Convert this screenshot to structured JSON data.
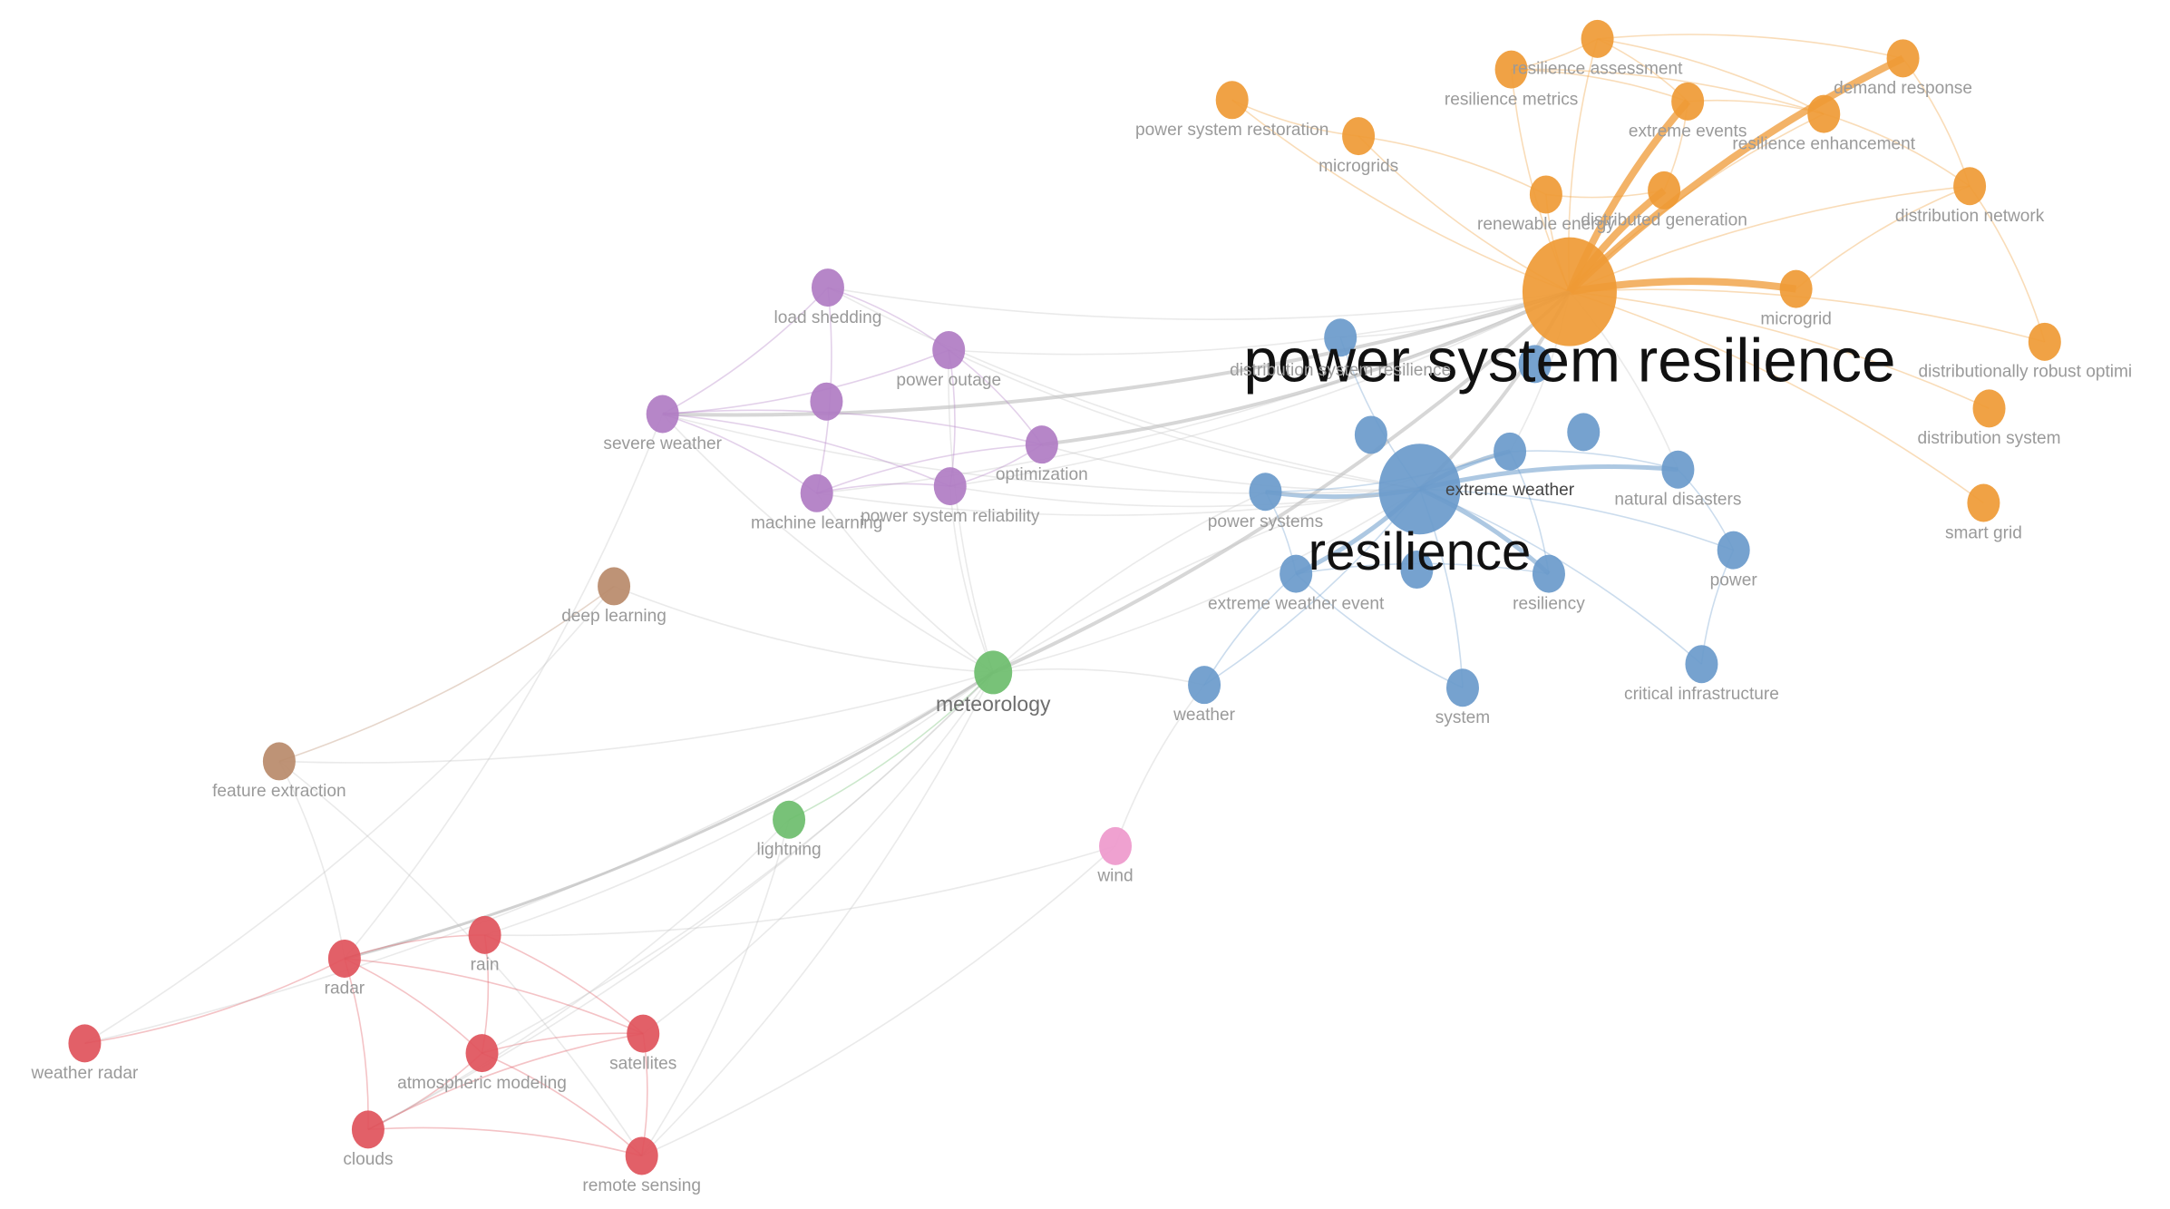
{
  "colors": {
    "cluster-orange": "#ef9a35",
    "cluster-blue": "#6a9acb",
    "cluster-purple": "#b07cc3",
    "cluster-green": "#6dbd6d",
    "cluster-red": "#e0535b",
    "cluster-brown": "#b88a6a",
    "cluster-pink": "#ee99cc",
    "label-gray": "#9a9a9a",
    "label-black": "#111111",
    "edge-gray": "#c4c4c4"
  },
  "nodes": [
    {
      "id": "psr",
      "label": "power system resilience",
      "cluster": "orange",
      "weight": 10,
      "major": true
    },
    {
      "id": "res",
      "label": "resilience",
      "cluster": "blue",
      "weight": 8,
      "major": true
    },
    {
      "id": "met",
      "label": "meteorology",
      "cluster": "green",
      "weight": 3
    },
    {
      "id": "ra",
      "label": "resilience assessment",
      "cluster": "orange",
      "weight": 2
    },
    {
      "id": "rm",
      "label": "resilience metrics",
      "cluster": "orange",
      "weight": 2
    },
    {
      "id": "dr",
      "label": "demand response",
      "cluster": "orange",
      "weight": 2
    },
    {
      "id": "ee",
      "label": "extreme events",
      "cluster": "orange",
      "weight": 2
    },
    {
      "id": "re",
      "label": "resilience enhancement",
      "cluster": "orange",
      "weight": 2
    },
    {
      "id": "psrest",
      "label": "power system restoration",
      "cluster": "orange",
      "weight": 2
    },
    {
      "id": "mgs",
      "label": "microgrids",
      "cluster": "orange",
      "weight": 2
    },
    {
      "id": "ren",
      "label": "renewable energy",
      "cluster": "orange",
      "weight": 2
    },
    {
      "id": "dg",
      "label": "distributed generation",
      "cluster": "orange",
      "weight": 2
    },
    {
      "id": "dn",
      "label": "distribution network",
      "cluster": "orange",
      "weight": 2
    },
    {
      "id": "mg",
      "label": "microgrid",
      "cluster": "orange",
      "weight": 2
    },
    {
      "id": "dro",
      "label": "distributionally robust optimi",
      "cluster": "orange",
      "weight": 2
    },
    {
      "id": "ds",
      "label": "distribution system",
      "cluster": "orange",
      "weight": 2
    },
    {
      "id": "sg",
      "label": "smart grid",
      "cluster": "orange",
      "weight": 2
    },
    {
      "id": "dsr",
      "label": "distribution system resilience",
      "cluster": "blue",
      "weight": 2
    },
    {
      "id": "ew",
      "label": "extreme weather",
      "cluster": "blue",
      "weight": 2
    },
    {
      "id": "nd",
      "label": "natural disasters",
      "cluster": "blue",
      "weight": 2
    },
    {
      "id": "ps",
      "label": "power systems",
      "cluster": "blue",
      "weight": 2
    },
    {
      "id": "ewe",
      "label": "extreme weather event",
      "cluster": "blue",
      "weight": 2
    },
    {
      "id": "rsy",
      "label": "resiliency",
      "cluster": "blue",
      "weight": 2
    },
    {
      "id": "pow",
      "label": "power",
      "cluster": "blue",
      "weight": 2
    },
    {
      "id": "wea",
      "label": "weather",
      "cluster": "blue",
      "weight": 2
    },
    {
      "id": "sys",
      "label": "system",
      "cluster": "blue",
      "weight": 2
    },
    {
      "id": "ci",
      "label": "critical infrastructure",
      "cluster": "blue",
      "weight": 2
    },
    {
      "id": "ls",
      "label": "load shedding",
      "cluster": "purple",
      "weight": 2
    },
    {
      "id": "po",
      "label": "power outage",
      "cluster": "purple",
      "weight": 2
    },
    {
      "id": "sw",
      "label": "severe weather",
      "cluster": "purple",
      "weight": 2
    },
    {
      "id": "opt",
      "label": "optimization",
      "cluster": "purple",
      "weight": 2
    },
    {
      "id": "ml",
      "label": "machine learning",
      "cluster": "purple",
      "weight": 2
    },
    {
      "id": "psrel",
      "label": "power system reliability",
      "cluster": "purple",
      "weight": 2
    },
    {
      "id": "dl",
      "label": "deep learning",
      "cluster": "brown",
      "weight": 2
    },
    {
      "id": "fe",
      "label": "feature extraction",
      "cluster": "brown",
      "weight": 2
    },
    {
      "id": "lig",
      "label": "lightning",
      "cluster": "green",
      "weight": 2
    },
    {
      "id": "wind",
      "label": "wind",
      "cluster": "pink",
      "weight": 2
    },
    {
      "id": "rain",
      "label": "rain",
      "cluster": "red",
      "weight": 2
    },
    {
      "id": "radar",
      "label": "radar",
      "cluster": "red",
      "weight": 2
    },
    {
      "id": "wr",
      "label": "weather radar",
      "cluster": "red",
      "weight": 2
    },
    {
      "id": "am",
      "label": "atmospheric modeling",
      "cluster": "red",
      "weight": 2
    },
    {
      "id": "sat",
      "label": "satellites",
      "cluster": "red",
      "weight": 2
    },
    {
      "id": "clo",
      "label": "clouds",
      "cluster": "red",
      "weight": 2
    },
    {
      "id": "rs",
      "label": "remote sensing",
      "cluster": "red",
      "weight": 2
    }
  ],
  "edges": [
    [
      "psr",
      "ra"
    ],
    [
      "psr",
      "rm"
    ],
    [
      "psr",
      "dr"
    ],
    [
      "psr",
      "ee"
    ],
    [
      "psr",
      "re"
    ],
    [
      "psr",
      "psrest"
    ],
    [
      "psr",
      "mgs"
    ],
    [
      "psr",
      "ren"
    ],
    [
      "psr",
      "dg"
    ],
    [
      "psr",
      "dn"
    ],
    [
      "psr",
      "mg"
    ],
    [
      "psr",
      "dro"
    ],
    [
      "psr",
      "ds"
    ],
    [
      "psr",
      "sg"
    ],
    [
      "psr",
      "res"
    ],
    [
      "psr",
      "met"
    ],
    [
      "psr",
      "ew"
    ],
    [
      "psr",
      "dsr"
    ],
    [
      "psr",
      "nd"
    ],
    [
      "psr",
      "opt"
    ],
    [
      "psr",
      "po"
    ],
    [
      "psr",
      "ls"
    ],
    [
      "psr",
      "ml"
    ],
    [
      "psr",
      "psrel"
    ],
    [
      "psr",
      "sw"
    ],
    [
      "ra",
      "rm"
    ],
    [
      "ra",
      "ee"
    ],
    [
      "ra",
      "re"
    ],
    [
      "ra",
      "dr"
    ],
    [
      "rm",
      "ee"
    ],
    [
      "rm",
      "re"
    ],
    [
      "ee",
      "re"
    ],
    [
      "ee",
      "dg"
    ],
    [
      "dg",
      "ren"
    ],
    [
      "dr",
      "dn"
    ],
    [
      "re",
      "dn"
    ],
    [
      "mgs",
      "ren"
    ],
    [
      "mg",
      "dn"
    ],
    [
      "dn",
      "dro"
    ],
    [
      "mgs",
      "psrest"
    ],
    [
      "res",
      "ew"
    ],
    [
      "res",
      "nd"
    ],
    [
      "res",
      "ps"
    ],
    [
      "res",
      "ewe"
    ],
    [
      "res",
      "rsy"
    ],
    [
      "res",
      "pow"
    ],
    [
      "res",
      "wea"
    ],
    [
      "res",
      "sys"
    ],
    [
      "res",
      "ci"
    ],
    [
      "res",
      "dsr"
    ],
    [
      "res",
      "met"
    ],
    [
      "res",
      "opt"
    ],
    [
      "res",
      "psrel"
    ],
    [
      "res",
      "ml"
    ],
    [
      "res",
      "po"
    ],
    [
      "res",
      "ls"
    ],
    [
      "res",
      "sw"
    ],
    [
      "ew",
      "nd"
    ],
    [
      "ew",
      "rsy"
    ],
    [
      "ew",
      "ps"
    ],
    [
      "nd",
      "pow"
    ],
    [
      "ewe",
      "rsy"
    ],
    [
      "ps",
      "ewe"
    ],
    [
      "ci",
      "pow"
    ],
    [
      "sys",
      "ewe"
    ],
    [
      "wea",
      "ewe"
    ],
    [
      "ls",
      "po"
    ],
    [
      "ls",
      "sw"
    ],
    [
      "ls",
      "ml"
    ],
    [
      "po",
      "sw"
    ],
    [
      "po",
      "opt"
    ],
    [
      "po",
      "psrel"
    ],
    [
      "sw",
      "ml"
    ],
    [
      "sw",
      "psrel"
    ],
    [
      "sw",
      "opt"
    ],
    [
      "ml",
      "psrel"
    ],
    [
      "opt",
      "psrel"
    ],
    [
      "ml",
      "opt"
    ],
    [
      "met",
      "dl"
    ],
    [
      "met",
      "fe"
    ],
    [
      "met",
      "lig"
    ],
    [
      "met",
      "radar"
    ],
    [
      "met",
      "rain"
    ],
    [
      "met",
      "am"
    ],
    [
      "met",
      "sat"
    ],
    [
      "met",
      "clo"
    ],
    [
      "met",
      "rs"
    ],
    [
      "met",
      "wr"
    ],
    [
      "met",
      "ml"
    ],
    [
      "met",
      "sw"
    ],
    [
      "met",
      "ps"
    ],
    [
      "met",
      "wea"
    ],
    [
      "met",
      "ew"
    ],
    [
      "met",
      "psrel"
    ],
    [
      "met",
      "po"
    ],
    [
      "dl",
      "fe"
    ],
    [
      "dl",
      "wr"
    ],
    [
      "fe",
      "radar"
    ],
    [
      "fe",
      "rs"
    ],
    [
      "radar",
      "rain"
    ],
    [
      "radar",
      "wr"
    ],
    [
      "radar",
      "am"
    ],
    [
      "radar",
      "sat"
    ],
    [
      "radar",
      "clo"
    ],
    [
      "rain",
      "am"
    ],
    [
      "rain",
      "sat"
    ],
    [
      "am",
      "sat"
    ],
    [
      "am",
      "clo"
    ],
    [
      "clo",
      "sat"
    ],
    [
      "sat",
      "rs"
    ],
    [
      "am",
      "rs"
    ],
    [
      "clo",
      "rs"
    ],
    [
      "wind",
      "rs"
    ],
    [
      "wind",
      "wea"
    ],
    [
      "wind",
      "rain"
    ],
    [
      "lig",
      "clo"
    ],
    [
      "lig",
      "rs"
    ],
    [
      "sw",
      "radar"
    ]
  ]
}
